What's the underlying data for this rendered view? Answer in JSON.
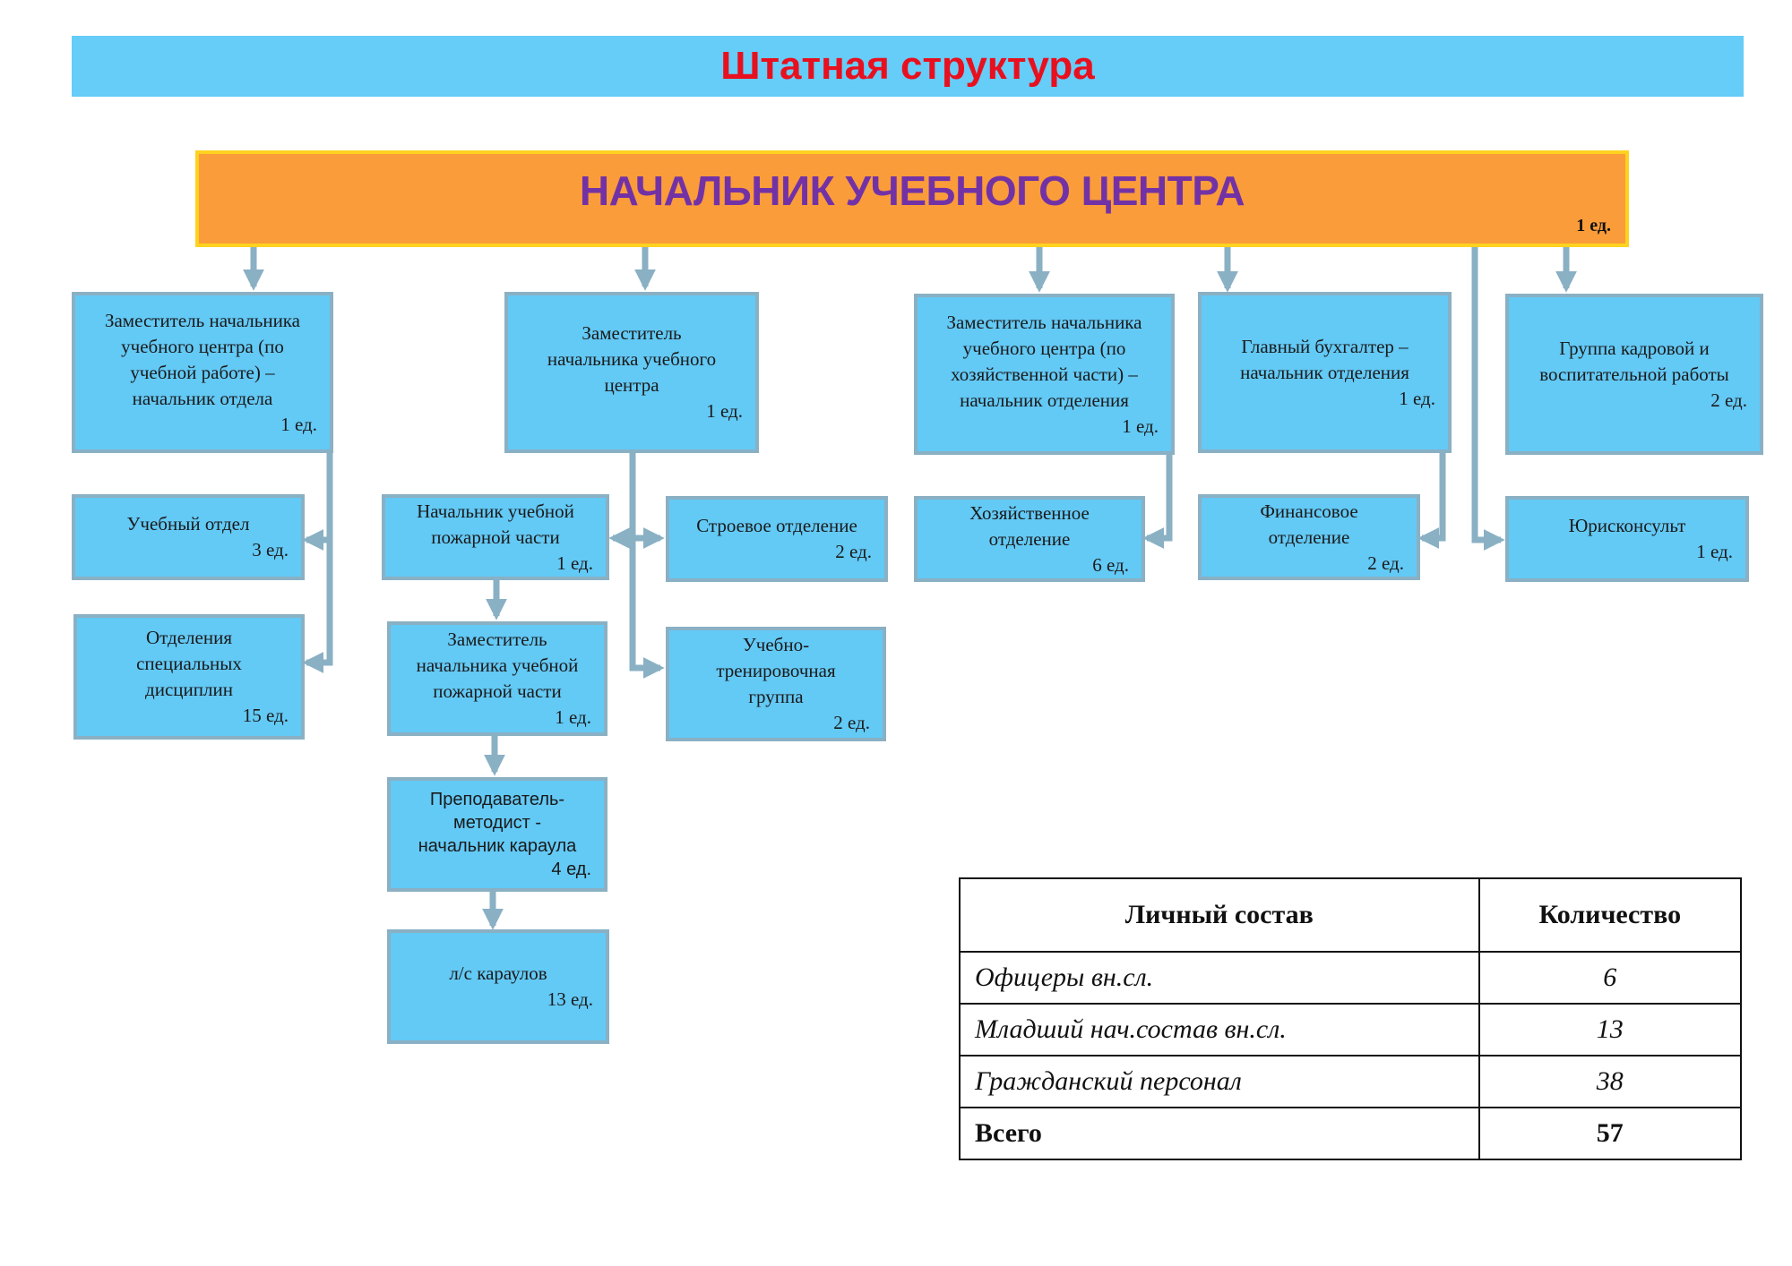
{
  "title": "Штатная структура",
  "chief": {
    "label": "НАЧАЛЬНИК УЧЕБНОГО ЦЕНТРА",
    "count": "1 ед."
  },
  "units": {
    "dep_edu": {
      "label": "Заместитель начальника\nучебного центра (по\nучебной работе) –\nначальник отдела",
      "count": "1 ед."
    },
    "dep": {
      "label": "Заместитель\nначальника учебного\nцентра",
      "count": "1 ед."
    },
    "dep_hoz": {
      "label": "Заместитель начальника\nучебного центра (по\nхозяйственной части) –\nначальник отделения",
      "count": "1 ед."
    },
    "accountant": {
      "label": "Главный бухгалтер –\nначальник отделения",
      "count": "1 ед."
    },
    "hr_group": {
      "label": "Группа кадровой и\nвоспитательной работы",
      "count": "2 ед."
    },
    "edu_dept": {
      "label": "Учебный отдел",
      "count": "3 ед."
    },
    "spec_dept": {
      "label": "Отделения\nспециальных\nдисциплин",
      "count": "15 ед."
    },
    "fire_chief": {
      "label": "Начальник учебной\nпожарной части",
      "count": "1 ед."
    },
    "drill": {
      "label": "Строевое отделение",
      "count": "2 ед."
    },
    "training_group": {
      "label": "Учебно-\nтренировочная\nгруппа",
      "count": "2 ед."
    },
    "fire_deputy": {
      "label": "Заместитель\nначальника учебной\nпожарной части",
      "count": "1 ед."
    },
    "methodist": {
      "label": "Преподаватель-\nметодист -\nначальник караула",
      "count": "4 ед."
    },
    "guards": {
      "label": "л/с караулов",
      "count": "13 ед."
    },
    "hoz_dept": {
      "label": "Хозяйственное\nотделение",
      "count": "6 ед."
    },
    "fin_dept": {
      "label": "Финансовое\nотделение",
      "count": "2 ед."
    },
    "lawyer": {
      "label": "Юрисконсульт",
      "count": "1 ед."
    }
  },
  "summary": {
    "headers": [
      "Личный состав",
      "Количество"
    ],
    "rows": [
      [
        "Офицеры вн.сл.",
        "6"
      ],
      [
        "Младший нач.состав вн.сл.",
        "13"
      ],
      [
        "Гражданский персонал",
        "38"
      ]
    ],
    "total": [
      "Всего",
      "57"
    ]
  },
  "colors": {
    "title_bar": "#66ccf8",
    "title_text": "#e8101e",
    "chief_fill": "#fb9c3a",
    "chief_border": "#ffd21f",
    "chief_text": "#7232a6",
    "box_fill": "#63c9f5",
    "box_border": "#8ab0c4",
    "connector": "#8ab0c4"
  }
}
